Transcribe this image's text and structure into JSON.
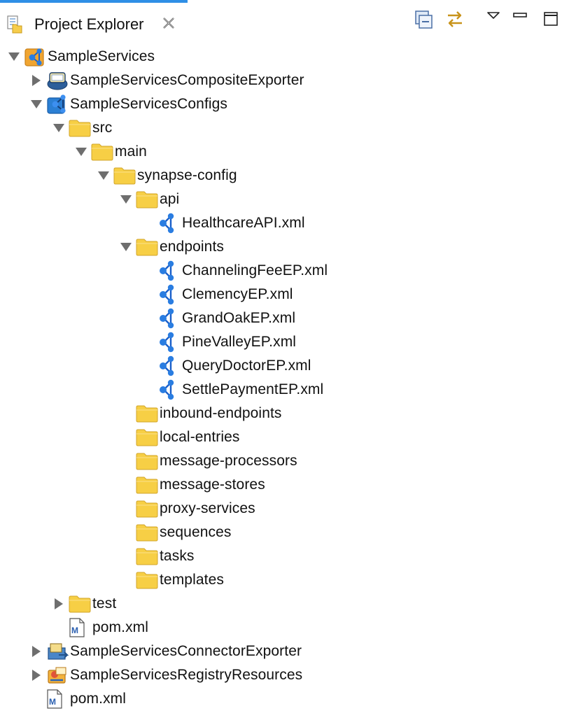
{
  "view": {
    "title": "Project Explorer",
    "icon": "project-explorer-icon",
    "toolbar": [
      "collapse-all-icon",
      "link-with-editor-icon",
      "view-menu-icon",
      "minimize-icon",
      "maximize-icon"
    ]
  },
  "tree": [
    {
      "label": "SampleServices",
      "depth": 0,
      "state": "expanded",
      "icon": "integration-project-icon"
    },
    {
      "label": "SampleServicesCompositeExporter",
      "depth": 1,
      "state": "collapsed",
      "icon": "composite-exporter-icon"
    },
    {
      "label": "SampleServicesConfigs",
      "depth": 1,
      "state": "expanded",
      "icon": "esb-config-project-icon"
    },
    {
      "label": "src",
      "depth": 2,
      "state": "expanded",
      "icon": "folder-icon"
    },
    {
      "label": "main",
      "depth": 3,
      "state": "expanded",
      "icon": "folder-icon"
    },
    {
      "label": "synapse-config",
      "depth": 4,
      "state": "expanded",
      "icon": "folder-icon"
    },
    {
      "label": "api",
      "depth": 5,
      "state": "expanded",
      "icon": "folder-icon"
    },
    {
      "label": "HealthcareAPI.xml",
      "depth": 6,
      "state": "leaf",
      "icon": "synapse-artifact-icon"
    },
    {
      "label": "endpoints",
      "depth": 5,
      "state": "expanded",
      "icon": "folder-icon"
    },
    {
      "label": "ChannelingFeeEP.xml",
      "depth": 6,
      "state": "leaf",
      "icon": "synapse-artifact-icon"
    },
    {
      "label": "ClemencyEP.xml",
      "depth": 6,
      "state": "leaf",
      "icon": "synapse-artifact-icon"
    },
    {
      "label": "GrandOakEP.xml",
      "depth": 6,
      "state": "leaf",
      "icon": "synapse-artifact-icon"
    },
    {
      "label": "PineValleyEP.xml",
      "depth": 6,
      "state": "leaf",
      "icon": "synapse-artifact-icon"
    },
    {
      "label": "QueryDoctorEP.xml",
      "depth": 6,
      "state": "leaf",
      "icon": "synapse-artifact-icon"
    },
    {
      "label": "SettlePaymentEP.xml",
      "depth": 6,
      "state": "leaf",
      "icon": "synapse-artifact-icon"
    },
    {
      "label": "inbound-endpoints",
      "depth": 5,
      "state": "leaf",
      "icon": "folder-icon"
    },
    {
      "label": "local-entries",
      "depth": 5,
      "state": "leaf",
      "icon": "folder-icon"
    },
    {
      "label": "message-processors",
      "depth": 5,
      "state": "leaf",
      "icon": "folder-icon"
    },
    {
      "label": "message-stores",
      "depth": 5,
      "state": "leaf",
      "icon": "folder-icon"
    },
    {
      "label": "proxy-services",
      "depth": 5,
      "state": "leaf",
      "icon": "folder-icon"
    },
    {
      "label": "sequences",
      "depth": 5,
      "state": "leaf",
      "icon": "folder-icon"
    },
    {
      "label": "tasks",
      "depth": 5,
      "state": "leaf",
      "icon": "folder-icon"
    },
    {
      "label": "templates",
      "depth": 5,
      "state": "leaf",
      "icon": "folder-icon"
    },
    {
      "label": "test",
      "depth": 2,
      "state": "collapsed",
      "icon": "folder-icon"
    },
    {
      "label": "pom.xml",
      "depth": 2,
      "state": "leaf",
      "icon": "maven-pom-icon"
    },
    {
      "label": "SampleServicesConnectorExporter",
      "depth": 1,
      "state": "collapsed",
      "icon": "connector-exporter-icon"
    },
    {
      "label": "SampleServicesRegistryResources",
      "depth": 1,
      "state": "collapsed",
      "icon": "registry-resources-icon"
    },
    {
      "label": "pom.xml",
      "depth": 1,
      "state": "leaf",
      "icon": "maven-pom-icon"
    }
  ]
}
